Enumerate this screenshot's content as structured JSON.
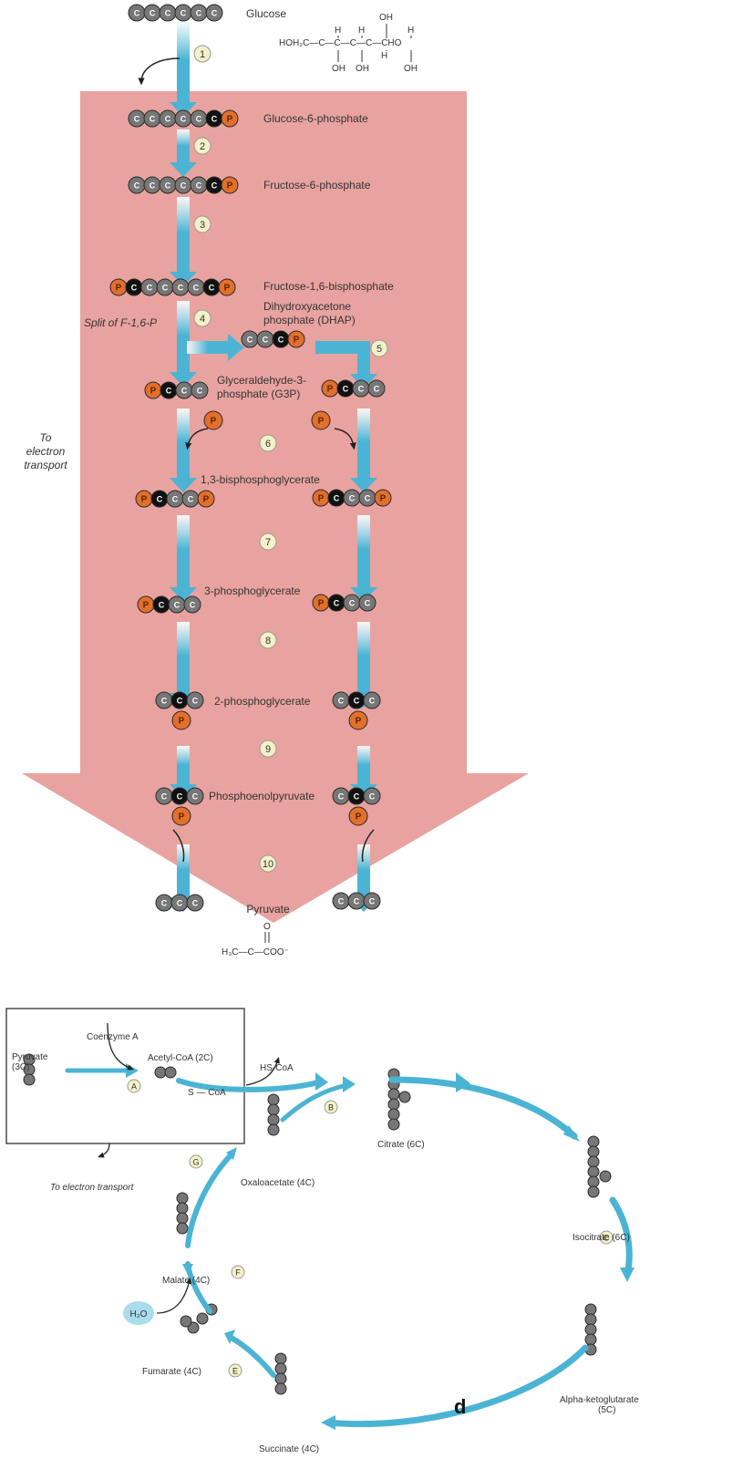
{
  "glycolysis": {
    "metabolites": {
      "glucose": "Glucose",
      "g6p": "Glucose-6-phosphate",
      "f6p": "Fructose-6-phosphate",
      "f16bp": "Fructose-1,6-bisphosphate",
      "dhap_line1": "Dihydroxyacetone",
      "dhap_line2": "phosphate (DHAP)",
      "g3p_line1": "Glyceraldehyde-3-",
      "g3p_line2": "phosphate (G3P)",
      "bpg": "1,3-bisphosphoglycerate",
      "pg3": "3-phosphoglycerate",
      "pg2": "2-phosphoglycerate",
      "pep": "Phosphoenolpyruvate",
      "pyruvate": "Pyruvate"
    },
    "split_label": "Split of F-1,6-P",
    "to_electron_transport": [
      "To",
      "electron",
      "transport"
    ],
    "steps": [
      "1",
      "2",
      "3",
      "4",
      "5",
      "6",
      "7",
      "8",
      "9",
      "10"
    ],
    "glucose_formula": {
      "top_oh": "OH",
      "h_row": [
        "H",
        "H",
        "H"
      ],
      "chain": "HOH₂C—C—C—C—C—CHO",
      "bottom": [
        "OH",
        "OH",
        "H",
        "OH"
      ]
    },
    "pyruvate_formula": {
      "oxygen": "O",
      "chain": "H₃C—C—COO⁻"
    }
  },
  "krebs": {
    "box_labels": {
      "pyruvate_line1": "Pyruvate",
      "pyruvate_line2": "(3C)",
      "coenzyme_a": "Coenzyme A",
      "acetyl_coa": "Acetyl-CoA (2C)",
      "s_coa": "S — CoA",
      "to_electron_transport": "To electron transport"
    },
    "hs_coa": "HS-CoA",
    "intermediates": {
      "citrate": "Citrate (6C)",
      "isocitrate": "Isocitrate (6C)",
      "alpha_kg_line1": "Alpha-ketoglutarate",
      "alpha_kg_line2": "(5C)",
      "succinate": "Succinate (4C)",
      "fumarate": "Fumarate (4C)",
      "malate": "Malate (4C)",
      "oxaloacetate": "Oxaloacetate (4C)"
    },
    "step_letters": [
      "A",
      "B",
      "C",
      "E",
      "F",
      "G"
    ],
    "water": "H₂O",
    "panel_label": "d"
  },
  "atom_labels": {
    "carbon": "C",
    "phosphate": "P"
  },
  "colors": {
    "background_arrow": "#e8a3a0",
    "pathway_arrow": "#4bb4d4",
    "carbon_light": "#777777",
    "carbon_dark": "#111111",
    "phosphate": "#e36f2c",
    "step_circle": "#f3f1c8"
  }
}
